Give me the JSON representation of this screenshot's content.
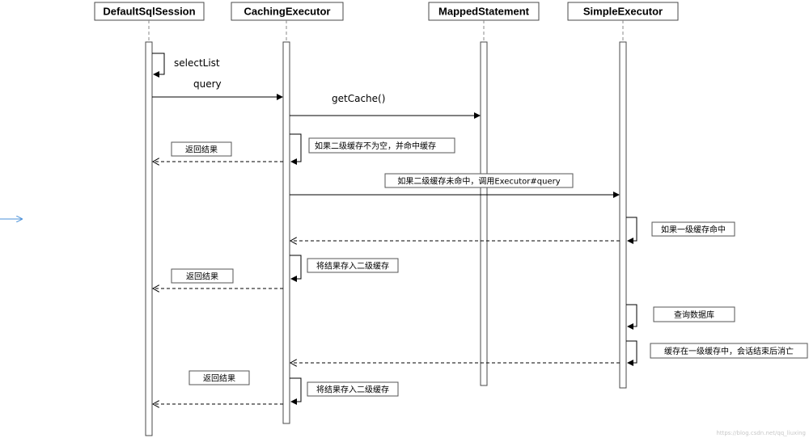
{
  "participants": [
    {
      "id": "session",
      "label": "DefaultSqlSession"
    },
    {
      "id": "caching",
      "label": "CachingExecutor"
    },
    {
      "id": "mapped",
      "label": "MappedStatement"
    },
    {
      "id": "simple",
      "label": "SimpleExecutor"
    }
  ],
  "messages": {
    "select_list": "selectList",
    "query": "query",
    "get_cache": "getCache()",
    "cache_not_empty": "如果二级缓存不为空，并命中缓存",
    "return_1": "返回结果",
    "cache_miss_call": "如果二级缓存未命中，调用Executor#query",
    "first_level_hit": "如果一级缓存命中",
    "store_second_1": "将结果存入二级缓存",
    "return_2": "返回结果",
    "query_db": "查询数据库",
    "store_first_level": "缓存在一级缓存中，会话结束后消亡",
    "return_3": "返回结果",
    "store_second_2": "将结果存入二级缓存"
  },
  "watermark": "https://blog.csdn.net/qq_liuxing",
  "colors": {
    "line": "#000000",
    "box_border": "#4a4a4a",
    "side_arrow": "#4a90d9"
  },
  "icons": {
    "side_marker": "blue-arrow-right"
  }
}
